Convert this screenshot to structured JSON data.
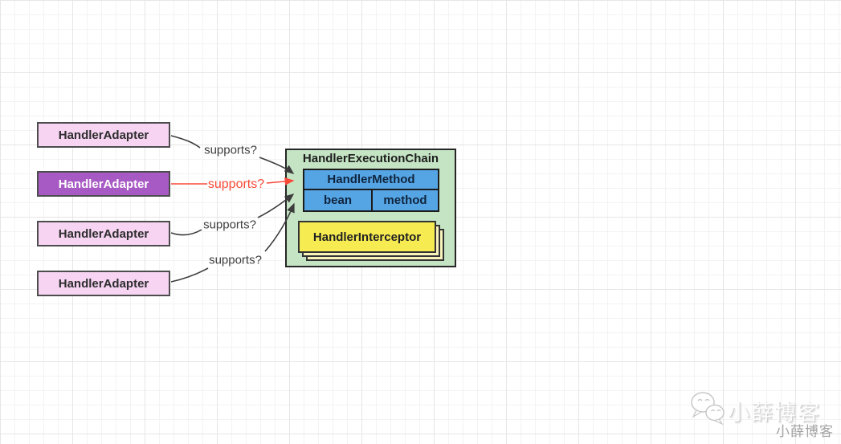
{
  "diagram": {
    "adapters": [
      {
        "label": "HandlerAdapter",
        "variant": "light"
      },
      {
        "label": "HandlerAdapter",
        "variant": "highlight"
      },
      {
        "label": "HandlerAdapter",
        "variant": "light"
      },
      {
        "label": "HandlerAdapter",
        "variant": "light"
      }
    ],
    "connections": [
      {
        "label": "supports?",
        "color": "black"
      },
      {
        "label": "supports?",
        "color": "red"
      },
      {
        "label": "supports?",
        "color": "black"
      },
      {
        "label": "supports?",
        "color": "black"
      }
    ],
    "execution_chain": {
      "title": "HandlerExecutionChain",
      "handler_method": {
        "title": "HandlerMethod",
        "cells": [
          "bean",
          "method"
        ]
      },
      "interceptor": {
        "label": "HandlerInterceptor"
      }
    }
  },
  "watermark": {
    "brand": "小薛博客",
    "sub": "小薛博客"
  },
  "colors": {
    "pink": "#f6d4f2",
    "purple": "#a85ac4",
    "green": "#c4e4c4",
    "blue": "#55a5e5",
    "yellow": "#f6eb50",
    "yellow_shadow": "#f8f3bb",
    "red": "#f84a38",
    "arrow": "#3c3c3c"
  }
}
